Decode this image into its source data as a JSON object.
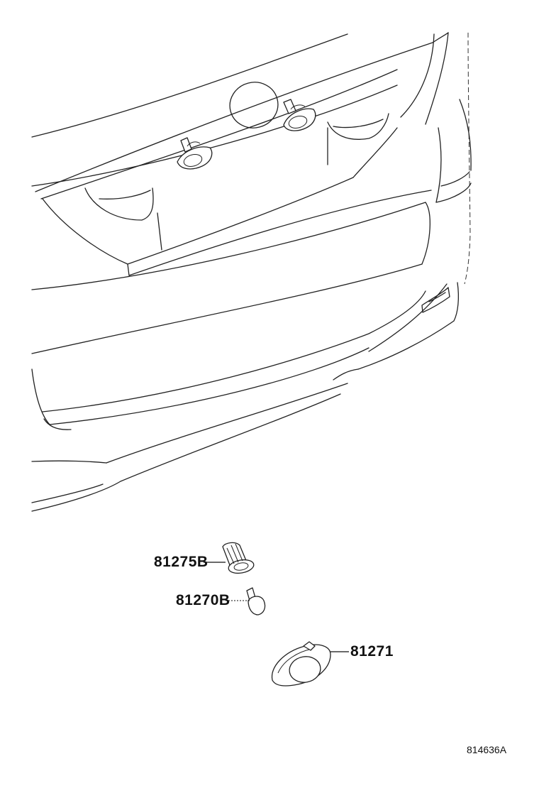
{
  "diagram": {
    "callouts": [
      {
        "id": "bulb-socket",
        "label": "81275B"
      },
      {
        "id": "bulb",
        "label": "81270B"
      },
      {
        "id": "lamp-assembly",
        "label": "81271"
      }
    ],
    "figure_ref": "814636A"
  }
}
